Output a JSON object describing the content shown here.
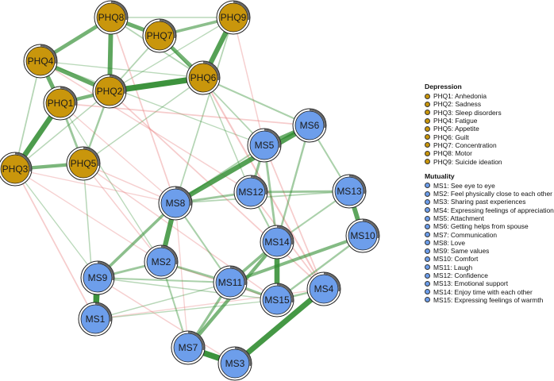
{
  "colors": {
    "depression": "#c9960c",
    "mutuality": "#6d9eeb",
    "positive_edge": "#2e8b2e",
    "negative_edge": "#e57373"
  },
  "nodes": [
    {
      "id": "PHQ1",
      "label": "PHQ1",
      "group": "depression"
    },
    {
      "id": "PHQ2",
      "label": "PHQ2",
      "group": "depression"
    },
    {
      "id": "PHQ3",
      "label": "PHQ3",
      "group": "depression"
    },
    {
      "id": "PHQ4",
      "label": "PHQ4",
      "group": "depression"
    },
    {
      "id": "PHQ5",
      "label": "PHQ5",
      "group": "depression"
    },
    {
      "id": "PHQ6",
      "label": "PHQ6",
      "group": "depression"
    },
    {
      "id": "PHQ7",
      "label": "PHQ7",
      "group": "depression"
    },
    {
      "id": "PHQ8",
      "label": "PHQ8",
      "group": "depression"
    },
    {
      "id": "PHQ9",
      "label": "PHQ9",
      "group": "depression"
    },
    {
      "id": "MS1",
      "label": "MS1",
      "group": "mutuality"
    },
    {
      "id": "MS2",
      "label": "MS2",
      "group": "mutuality"
    },
    {
      "id": "MS3",
      "label": "MS3",
      "group": "mutuality"
    },
    {
      "id": "MS4",
      "label": "MS4",
      "group": "mutuality"
    },
    {
      "id": "MS5",
      "label": "MS5",
      "group": "mutuality"
    },
    {
      "id": "MS6",
      "label": "MS6",
      "group": "mutuality"
    },
    {
      "id": "MS7",
      "label": "MS7",
      "group": "mutuality"
    },
    {
      "id": "MS8",
      "label": "MS8",
      "group": "mutuality"
    },
    {
      "id": "MS9",
      "label": "MS9",
      "group": "mutuality"
    },
    {
      "id": "MS10",
      "label": "MS10",
      "group": "mutuality"
    },
    {
      "id": "MS11",
      "label": "MS11",
      "group": "mutuality"
    },
    {
      "id": "MS12",
      "label": "MS12",
      "group": "mutuality"
    },
    {
      "id": "MS13",
      "label": "MS13",
      "group": "mutuality"
    },
    {
      "id": "MS14",
      "label": "MS14",
      "group": "mutuality"
    },
    {
      "id": "MS15",
      "label": "MS15",
      "group": "mutuality"
    }
  ],
  "edges": [
    {
      "from": "PHQ2",
      "to": "PHQ6",
      "sign": "positive",
      "weight": 0.9
    },
    {
      "from": "PHQ8",
      "to": "PHQ7",
      "sign": "positive",
      "weight": 0.6
    },
    {
      "from": "PHQ8",
      "to": "PHQ4",
      "sign": "positive",
      "weight": 0.55
    },
    {
      "from": "PHQ8",
      "to": "PHQ2",
      "sign": "positive",
      "weight": 0.7
    },
    {
      "from": "PHQ7",
      "to": "PHQ6",
      "sign": "positive",
      "weight": 0.55
    },
    {
      "from": "PHQ7",
      "to": "PHQ9",
      "sign": "positive",
      "weight": 0.4
    },
    {
      "from": "PHQ9",
      "to": "PHQ6",
      "sign": "positive",
      "weight": 0.75
    },
    {
      "from": "PHQ4",
      "to": "PHQ2",
      "sign": "positive",
      "weight": 0.65
    },
    {
      "from": "PHQ4",
      "to": "PHQ1",
      "sign": "positive",
      "weight": 0.6
    },
    {
      "from": "PHQ1",
      "to": "PHQ2",
      "sign": "positive",
      "weight": 0.5
    },
    {
      "from": "PHQ1",
      "to": "PHQ3",
      "sign": "positive",
      "weight": 0.8
    },
    {
      "from": "PHQ1",
      "to": "PHQ5",
      "sign": "positive",
      "weight": 0.3
    },
    {
      "from": "PHQ2",
      "to": "PHQ5",
      "sign": "positive",
      "weight": 0.25
    },
    {
      "from": "PHQ3",
      "to": "PHQ5",
      "sign": "positive",
      "weight": 0.5
    },
    {
      "from": "PHQ8",
      "to": "PHQ9",
      "sign": "positive",
      "weight": 0.12
    },
    {
      "from": "PHQ8",
      "to": "PHQ6",
      "sign": "positive",
      "weight": 0.15
    },
    {
      "from": "PHQ7",
      "to": "PHQ2",
      "sign": "positive",
      "weight": 0.15
    },
    {
      "from": "PHQ4",
      "to": "PHQ3",
      "sign": "positive",
      "weight": 0.15
    },
    {
      "from": "PHQ2",
      "to": "PHQ3",
      "sign": "positive",
      "weight": 0.12
    },
    {
      "from": "PHQ9",
      "to": "PHQ2",
      "sign": "positive",
      "weight": 0.1
    },
    {
      "from": "PHQ6",
      "to": "PHQ5",
      "sign": "positive",
      "weight": 0.12
    },
    {
      "from": "PHQ4",
      "to": "PHQ6",
      "sign": "positive",
      "weight": 0.1
    },
    {
      "from": "MS6",
      "to": "MS5",
      "sign": "positive",
      "weight": 0.6
    },
    {
      "from": "MS6",
      "to": "MS8",
      "sign": "positive",
      "weight": 0.75
    },
    {
      "from": "MS5",
      "to": "MS12",
      "sign": "positive",
      "weight": 0.35
    },
    {
      "from": "MS5",
      "to": "MS14",
      "sign": "positive",
      "weight": 0.3
    },
    {
      "from": "MS8",
      "to": "MS12",
      "sign": "positive",
      "weight": 0.3
    },
    {
      "from": "MS8",
      "to": "MS2",
      "sign": "positive",
      "weight": 0.75
    },
    {
      "from": "MS8",
      "to": "MS9",
      "sign": "positive",
      "weight": 0.4
    },
    {
      "from": "MS8",
      "to": "MS11",
      "sign": "positive",
      "weight": 0.2
    },
    {
      "from": "MS12",
      "to": "MS13",
      "sign": "positive",
      "weight": 0.3
    },
    {
      "from": "MS12",
      "to": "MS14",
      "sign": "positive",
      "weight": 0.2
    },
    {
      "from": "MS13",
      "to": "MS10",
      "sign": "positive",
      "weight": 0.7
    },
    {
      "from": "MS13",
      "to": "MS14",
      "sign": "positive",
      "weight": 0.2
    },
    {
      "from": "MS14",
      "to": "MS15",
      "sign": "positive",
      "weight": 0.8
    },
    {
      "from": "MS14",
      "to": "MS11",
      "sign": "positive",
      "weight": 0.4
    },
    {
      "from": "MS14",
      "to": "MS7",
      "sign": "positive",
      "weight": 0.5
    },
    {
      "from": "MS10",
      "to": "MS11",
      "sign": "positive",
      "weight": 0.45
    },
    {
      "from": "MS10",
      "to": "MS15",
      "sign": "positive",
      "weight": 0.25
    },
    {
      "from": "MS4",
      "to": "MS3",
      "sign": "positive",
      "weight": 0.85
    },
    {
      "from": "MS4",
      "to": "MS15",
      "sign": "positive",
      "weight": 0.25
    },
    {
      "from": "MS9",
      "to": "MS1",
      "sign": "positive",
      "weight": 0.9
    },
    {
      "from": "MS9",
      "to": "MS2",
      "sign": "positive",
      "weight": 0.3
    },
    {
      "from": "MS9",
      "to": "MS11",
      "sign": "positive",
      "weight": 0.2
    },
    {
      "from": "MS2",
      "to": "MS11",
      "sign": "positive",
      "weight": 0.3
    },
    {
      "from": "MS2",
      "to": "MS7",
      "sign": "positive",
      "weight": 0.2
    },
    {
      "from": "MS11",
      "to": "MS15",
      "sign": "positive",
      "weight": 0.35
    },
    {
      "from": "MS11",
      "to": "MS7",
      "sign": "positive",
      "weight": 0.35
    },
    {
      "from": "MS7",
      "to": "MS3",
      "sign": "positive",
      "weight": 0.9
    },
    {
      "from": "MS6",
      "to": "MS13",
      "sign": "positive",
      "weight": 0.2
    },
    {
      "from": "MS6",
      "to": "MS14",
      "sign": "positive",
      "weight": 0.25
    },
    {
      "from": "MS5",
      "to": "MS8",
      "sign": "positive",
      "weight": 0.2
    },
    {
      "from": "MS1",
      "to": "MS15",
      "sign": "positive",
      "weight": 0.1
    },
    {
      "from": "MS1",
      "to": "MS11",
      "sign": "positive",
      "weight": 0.12
    },
    {
      "from": "MS9",
      "to": "MS15",
      "sign": "positive",
      "weight": 0.12
    },
    {
      "from": "MS8",
      "to": "MS13",
      "sign": "positive",
      "weight": 0.15
    },
    {
      "from": "PHQ6",
      "to": "MS6",
      "sign": "positive",
      "weight": 0.2
    },
    {
      "from": "PHQ9",
      "to": "MS8",
      "sign": "positive",
      "weight": 0.15
    },
    {
      "from": "PHQ7",
      "to": "MS5",
      "sign": "positive",
      "weight": 0.15
    },
    {
      "from": "PHQ6",
      "to": "MS12",
      "sign": "positive",
      "weight": 0.12
    },
    {
      "from": "PHQ5",
      "to": "MS1",
      "sign": "positive",
      "weight": 0.12
    },
    {
      "from": "PHQ4",
      "to": "MS5",
      "sign": "positive",
      "weight": 0.1
    },
    {
      "from": "PHQ3",
      "to": "MS9",
      "sign": "positive",
      "weight": 0.1
    },
    {
      "from": "PHQ1",
      "to": "MS2",
      "sign": "positive",
      "weight": 0.1
    },
    {
      "from": "PHQ8",
      "to": "MS8",
      "sign": "negative",
      "weight": 0.15
    },
    {
      "from": "PHQ1",
      "to": "MS6",
      "sign": "negative",
      "weight": 0.15
    },
    {
      "from": "PHQ3",
      "to": "MS1",
      "sign": "negative",
      "weight": 0.15
    },
    {
      "from": "PHQ2",
      "to": "MS4",
      "sign": "negative",
      "weight": 0.15
    },
    {
      "from": "PHQ6",
      "to": "MS4",
      "sign": "negative",
      "weight": 0.2
    },
    {
      "from": "PHQ5",
      "to": "MS8",
      "sign": "negative",
      "weight": 0.12
    },
    {
      "from": "PHQ4",
      "to": "MS12",
      "sign": "negative",
      "weight": 0.12
    },
    {
      "from": "PHQ9",
      "to": "MS5",
      "sign": "negative",
      "weight": 0.12
    },
    {
      "from": "PHQ5",
      "to": "MS2",
      "sign": "negative",
      "weight": 0.12
    },
    {
      "from": "PHQ3",
      "to": "MS2",
      "sign": "negative",
      "weight": 0.1
    },
    {
      "from": "PHQ3",
      "to": "MS8",
      "sign": "negative",
      "weight": 0.1
    },
    {
      "from": "PHQ5",
      "to": "MS15",
      "sign": "negative",
      "weight": 0.12
    },
    {
      "from": "PHQ1",
      "to": "MS8",
      "sign": "negative",
      "weight": 0.1
    },
    {
      "from": "MS12",
      "to": "MS4",
      "sign": "negative",
      "weight": 0.15
    },
    {
      "from": "MS5",
      "to": "MS4",
      "sign": "negative",
      "weight": 0.15
    },
    {
      "from": "MS2",
      "to": "MS15",
      "sign": "negative",
      "weight": 0.12
    },
    {
      "from": "MS9",
      "to": "MS3",
      "sign": "negative",
      "weight": 0.12
    },
    {
      "from": "MS8",
      "to": "MS7",
      "sign": "negative",
      "weight": 0.1
    },
    {
      "from": "MS1",
      "to": "MS4",
      "sign": "negative",
      "weight": 0.1
    }
  ],
  "legend": {
    "depression": {
      "title": "Depression",
      "items": [
        "PHQ1: Anhedonia",
        "PHQ2: Sadness",
        "PHQ3: Sleep disorders",
        "PHQ4: Fatigue",
        "PHQ5: Appetite",
        "PHQ6: Guilt",
        "PHQ7: Concentration",
        "PHQ8: Motor",
        "PHQ9:  Suicide ideation"
      ]
    },
    "mutuality": {
      "title": "Mutuality",
      "items": [
        "MS1: See eye to eye",
        "MS2: Feel physically close to each other",
        "MS3: Sharing past experiences",
        "MS4: Expressing feelings of appreciation",
        "MS5:  Attachment",
        "MS6: Getting helps from spouse",
        "MS7: Communication",
        "MS8: Love",
        "MS9: Same values",
        "MS10: Comfort",
        "MS11: Laugh",
        "MS12: Confidence",
        "MS13: Emotional support",
        "MS14: Enjoy time with each other",
        "MS15: Expressing feelings of warmth"
      ]
    }
  }
}
